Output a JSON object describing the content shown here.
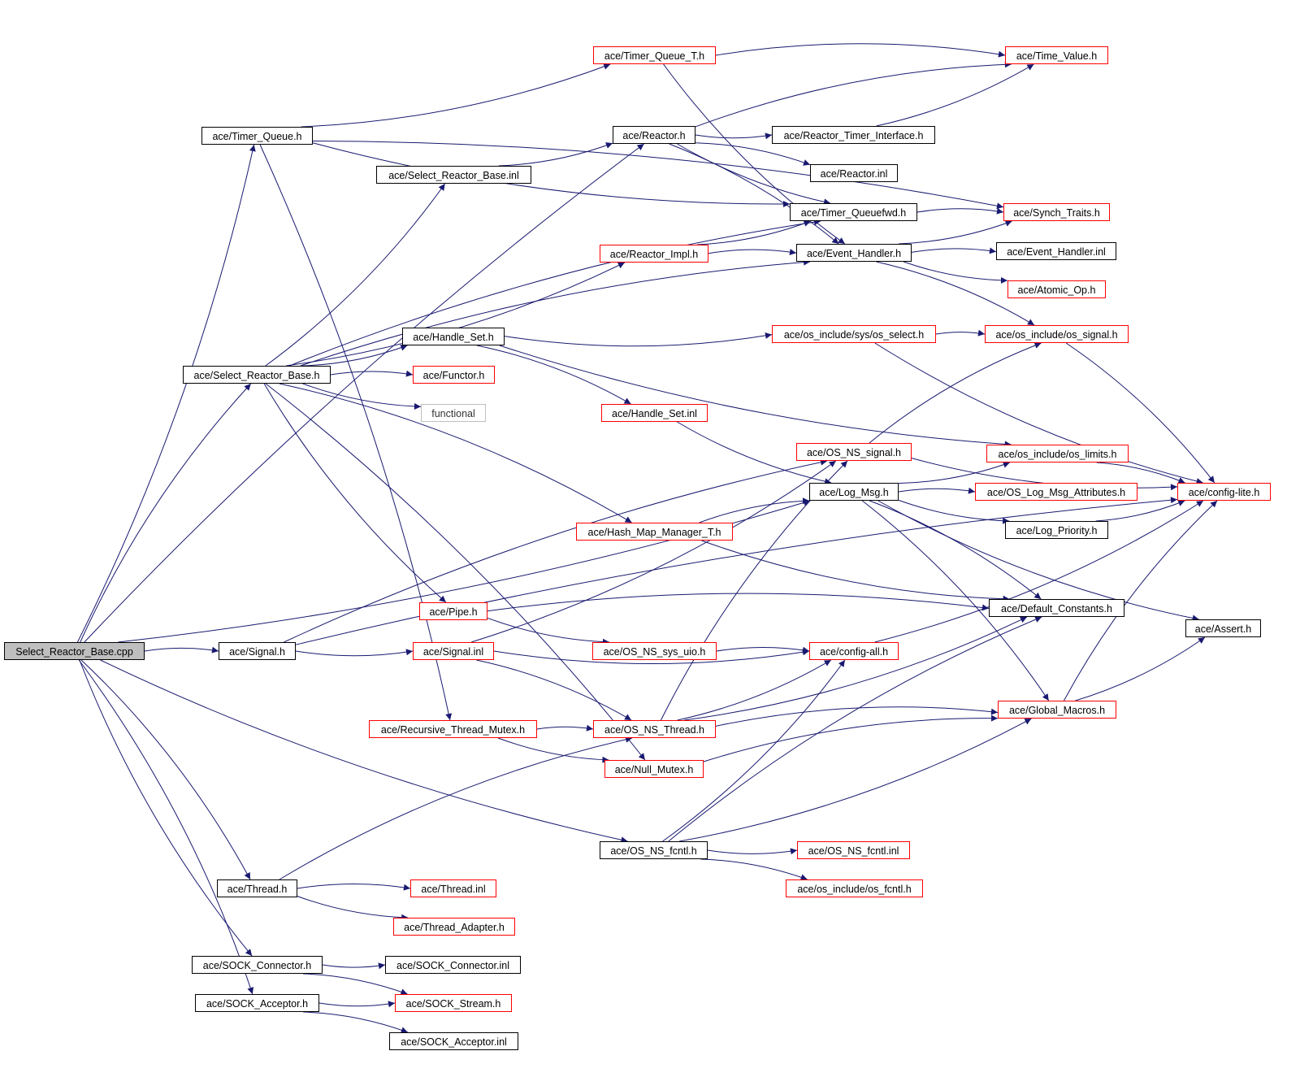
{
  "colors": {
    "edge": "#191970",
    "black_border": "#000000",
    "red_border": "#ff0000",
    "gray_border": "#bfbfbf",
    "root_fill": "#bfbfbf"
  },
  "nodes": [
    {
      "id": "cpp",
      "label": "Select_Reactor_Base.cpp",
      "style": "root"
    },
    {
      "id": "tq",
      "label": "ace/Timer_Queue.h",
      "style": "black"
    },
    {
      "id": "srbh",
      "label": "ace/Select_Reactor_Base.h",
      "style": "black"
    },
    {
      "id": "srbi",
      "label": "ace/Select_Reactor_Base.inl",
      "style": "black"
    },
    {
      "id": "tqt",
      "label": "ace/Timer_Queue_T.h",
      "style": "red"
    },
    {
      "id": "reactor",
      "label": "ace/Reactor.h",
      "style": "black"
    },
    {
      "id": "tv",
      "label": "ace/Time_Value.h",
      "style": "red"
    },
    {
      "id": "rti",
      "label": "ace/Reactor_Timer_Interface.h",
      "style": "black"
    },
    {
      "id": "rinl",
      "label": "ace/Reactor.inl",
      "style": "black"
    },
    {
      "id": "tqf",
      "label": "ace/Timer_Queuefwd.h",
      "style": "black"
    },
    {
      "id": "st",
      "label": "ace/Synch_Traits.h",
      "style": "red"
    },
    {
      "id": "rimpl",
      "label": "ace/Reactor_Impl.h",
      "style": "red"
    },
    {
      "id": "eh",
      "label": "ace/Event_Handler.h",
      "style": "black"
    },
    {
      "id": "ehi",
      "label": "ace/Event_Handler.inl",
      "style": "black"
    },
    {
      "id": "aop",
      "label": "ace/Atomic_Op.h",
      "style": "red"
    },
    {
      "id": "hs",
      "label": "ace/Handle_Set.h",
      "style": "black"
    },
    {
      "id": "ossel",
      "label": "ace/os_include/sys/os_select.h",
      "style": "red"
    },
    {
      "id": "ossig",
      "label": "ace/os_include/os_signal.h",
      "style": "red"
    },
    {
      "id": "functor",
      "label": "ace/Functor.h",
      "style": "red"
    },
    {
      "id": "functional",
      "label": "functional",
      "style": "gray"
    },
    {
      "id": "hsi",
      "label": "ace/Handle_Set.inl",
      "style": "red"
    },
    {
      "id": "nssig",
      "label": "ace/OS_NS_signal.h",
      "style": "red"
    },
    {
      "id": "oslim",
      "label": "ace/os_include/os_limits.h",
      "style": "red"
    },
    {
      "id": "logmsg",
      "label": "ace/Log_Msg.h",
      "style": "black"
    },
    {
      "id": "olma",
      "label": "ace/OS_Log_Msg_Attributes.h",
      "style": "red"
    },
    {
      "id": "cfglite",
      "label": "ace/config-lite.h",
      "style": "red"
    },
    {
      "id": "hmm",
      "label": "ace/Hash_Map_Manager_T.h",
      "style": "red"
    },
    {
      "id": "logpri",
      "label": "ace/Log_Priority.h",
      "style": "black"
    },
    {
      "id": "pipe",
      "label": "ace/Pipe.h",
      "style": "red"
    },
    {
      "id": "defc",
      "label": "ace/Default_Constants.h",
      "style": "black"
    },
    {
      "id": "assert",
      "label": "ace/Assert.h",
      "style": "black"
    },
    {
      "id": "sigh",
      "label": "ace/Signal.h",
      "style": "black"
    },
    {
      "id": "sigi",
      "label": "ace/Signal.inl",
      "style": "red"
    },
    {
      "id": "uio",
      "label": "ace/OS_NS_sys_uio.h",
      "style": "red"
    },
    {
      "id": "cfgall",
      "label": "ace/config-all.h",
      "style": "red"
    },
    {
      "id": "gm",
      "label": "ace/Global_Macros.h",
      "style": "red"
    },
    {
      "id": "rtm",
      "label": "ace/Recursive_Thread_Mutex.h",
      "style": "red"
    },
    {
      "id": "nsthr",
      "label": "ace/OS_NS_Thread.h",
      "style": "red"
    },
    {
      "id": "nullm",
      "label": "ace/Null_Mutex.h",
      "style": "red"
    },
    {
      "id": "fcntl",
      "label": "ace/OS_NS_fcntl.h",
      "style": "black"
    },
    {
      "id": "fcntli",
      "label": "ace/OS_NS_fcntl.inl",
      "style": "red"
    },
    {
      "id": "osfcntl",
      "label": "ace/os_include/os_fcntl.h",
      "style": "red"
    },
    {
      "id": "thread",
      "label": "ace/Thread.h",
      "style": "black"
    },
    {
      "id": "threadi",
      "label": "ace/Thread.inl",
      "style": "red"
    },
    {
      "id": "tadapt",
      "label": "ace/Thread_Adapter.h",
      "style": "red"
    },
    {
      "id": "sconn",
      "label": "ace/SOCK_Connector.h",
      "style": "black"
    },
    {
      "id": "sconni",
      "label": "ace/SOCK_Connector.inl",
      "style": "black"
    },
    {
      "id": "sacc",
      "label": "ace/SOCK_Acceptor.h",
      "style": "black"
    },
    {
      "id": "sstream",
      "label": "ace/SOCK_Stream.h",
      "style": "red"
    },
    {
      "id": "sacci",
      "label": "ace/SOCK_Acceptor.inl",
      "style": "black"
    }
  ],
  "edges": [
    [
      "cpp",
      "reactor"
    ],
    [
      "cpp",
      "tq"
    ],
    [
      "cpp",
      "srbh"
    ],
    [
      "cpp",
      "logmsg"
    ],
    [
      "cpp",
      "sigh"
    ],
    [
      "cpp",
      "fcntl"
    ],
    [
      "cpp",
      "thread"
    ],
    [
      "cpp",
      "sconn"
    ],
    [
      "cpp",
      "sacc"
    ],
    [
      "tq",
      "tqt"
    ],
    [
      "tq",
      "st"
    ],
    [
      "tq",
      "tqf"
    ],
    [
      "tq",
      "rtm"
    ],
    [
      "srbh",
      "srbi"
    ],
    [
      "srbh",
      "tqf"
    ],
    [
      "srbh",
      "rimpl"
    ],
    [
      "srbh",
      "eh"
    ],
    [
      "srbh",
      "hs"
    ],
    [
      "srbh",
      "functor"
    ],
    [
      "srbh",
      "functional"
    ],
    [
      "srbh",
      "hmm"
    ],
    [
      "srbh",
      "pipe"
    ],
    [
      "srbh",
      "nullm"
    ],
    [
      "srbi",
      "reactor"
    ],
    [
      "tqt",
      "tv"
    ],
    [
      "tqt",
      "eh"
    ],
    [
      "reactor",
      "tv"
    ],
    [
      "reactor",
      "rti"
    ],
    [
      "reactor",
      "rinl"
    ],
    [
      "reactor",
      "tqf"
    ],
    [
      "reactor",
      "eh"
    ],
    [
      "rti",
      "tv"
    ],
    [
      "tqf",
      "st"
    ],
    [
      "rimpl",
      "tqf"
    ],
    [
      "rimpl",
      "eh"
    ],
    [
      "eh",
      "st"
    ],
    [
      "eh",
      "ehi"
    ],
    [
      "eh",
      "aop"
    ],
    [
      "eh",
      "ossig"
    ],
    [
      "hs",
      "ossel"
    ],
    [
      "hs",
      "hsi"
    ],
    [
      "hs",
      "oslim"
    ],
    [
      "ossel",
      "ossig"
    ],
    [
      "ossel",
      "cfglite"
    ],
    [
      "ossig",
      "cfglite"
    ],
    [
      "hsi",
      "logmsg"
    ],
    [
      "nssig",
      "ossig"
    ],
    [
      "nssig",
      "cfglite"
    ],
    [
      "oslim",
      "cfglite"
    ],
    [
      "logmsg",
      "oslim"
    ],
    [
      "logmsg",
      "olma"
    ],
    [
      "logmsg",
      "logpri"
    ],
    [
      "logmsg",
      "defc"
    ],
    [
      "logmsg",
      "assert"
    ],
    [
      "logmsg",
      "gm"
    ],
    [
      "logpri",
      "cfglite"
    ],
    [
      "hmm",
      "logmsg"
    ],
    [
      "hmm",
      "defc"
    ],
    [
      "pipe",
      "defc"
    ],
    [
      "pipe",
      "uio"
    ],
    [
      "sigh",
      "nssig"
    ],
    [
      "sigh",
      "sigi"
    ],
    [
      "sigh",
      "cfglite"
    ],
    [
      "sigi",
      "cfgall"
    ],
    [
      "sigi",
      "nsthr"
    ],
    [
      "sigi",
      "nssig"
    ],
    [
      "uio",
      "cfgall"
    ],
    [
      "cfgall",
      "cfglite"
    ],
    [
      "gm",
      "cfglite"
    ],
    [
      "gm",
      "assert"
    ],
    [
      "rtm",
      "nsthr"
    ],
    [
      "rtm",
      "nullm"
    ],
    [
      "nsthr",
      "nssig"
    ],
    [
      "nsthr",
      "cfgall"
    ],
    [
      "nsthr",
      "gm"
    ],
    [
      "nsthr",
      "defc"
    ],
    [
      "nullm",
      "gm"
    ],
    [
      "fcntl",
      "fcntli"
    ],
    [
      "fcntl",
      "osfcntl"
    ],
    [
      "fcntl",
      "gm"
    ],
    [
      "fcntl",
      "defc"
    ],
    [
      "fcntl",
      "cfgall"
    ],
    [
      "thread",
      "threadi"
    ],
    [
      "thread",
      "tadapt"
    ],
    [
      "thread",
      "nsthr"
    ],
    [
      "sconn",
      "sconni"
    ],
    [
      "sconn",
      "sstream"
    ],
    [
      "sacc",
      "sstream"
    ],
    [
      "sacc",
      "sacci"
    ]
  ]
}
